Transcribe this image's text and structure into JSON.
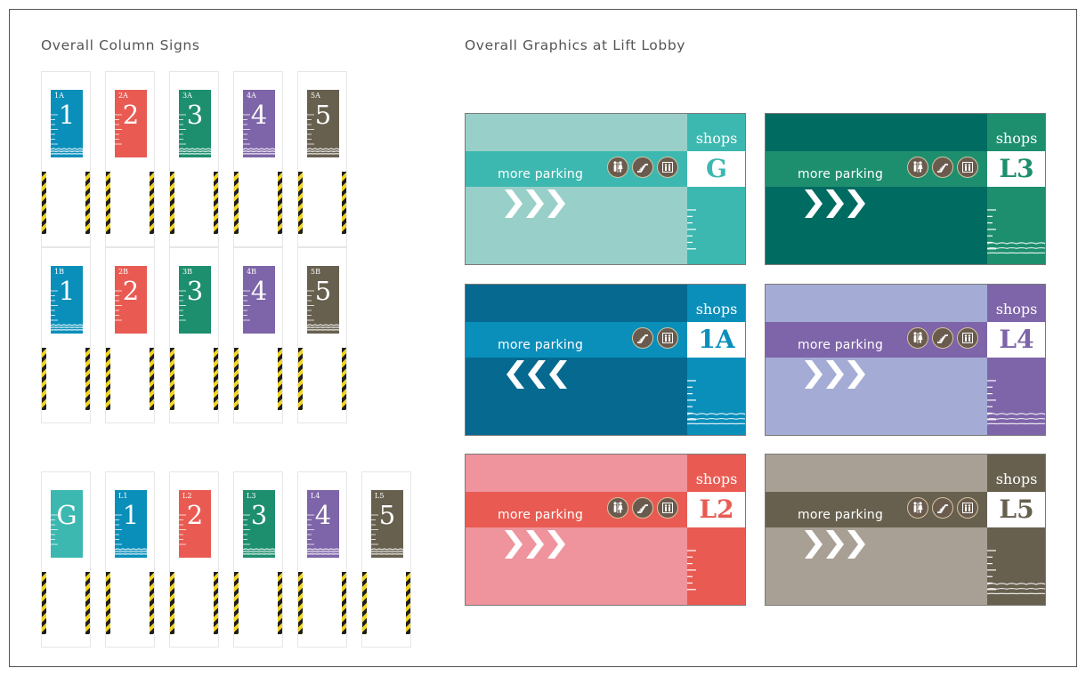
{
  "headings": {
    "left": "Overall Column Signs",
    "right": "Overall Graphics at Lift Lobby"
  },
  "colors": {
    "teal_light": "#3cb8b0",
    "blue": "#0a8fbb",
    "red": "#e95b52",
    "green": "#1d8f6e",
    "purple": "#7e64a8",
    "brown": "#67604f",
    "icon_bg": "#6a5b4e",
    "hazard_yellow": "#f2d423",
    "hazard_black": "#1e1e1e"
  },
  "column_signs": {
    "row_a": [
      {
        "code": "1A",
        "number": "1",
        "color": "#0a8fbb",
        "wave": true
      },
      {
        "code": "2A",
        "number": "2",
        "color": "#e95b52",
        "wave": false
      },
      {
        "code": "3A",
        "number": "3",
        "color": "#1d8f6e",
        "wave": true
      },
      {
        "code": "4A",
        "number": "4",
        "color": "#7e64a8",
        "wave": true
      },
      {
        "code": "5A",
        "number": "5",
        "color": "#67604f",
        "wave": true
      }
    ],
    "row_b": [
      {
        "code": "1B",
        "number": "1",
        "color": "#0a8fbb",
        "wave": true
      },
      {
        "code": "2B",
        "number": "2",
        "color": "#e95b52",
        "wave": false
      },
      {
        "code": "3B",
        "number": "3",
        "color": "#1d8f6e",
        "wave": false
      },
      {
        "code": "4B",
        "number": "4",
        "color": "#7e64a8",
        "wave": false
      },
      {
        "code": "5B",
        "number": "5",
        "color": "#67604f",
        "wave": true
      }
    ],
    "row_l": [
      {
        "code": "",
        "number": "G",
        "color": "#3cb8b0",
        "wave": false
      },
      {
        "code": "L1",
        "number": "1",
        "color": "#0a8fbb",
        "wave": true
      },
      {
        "code": "L2",
        "number": "2",
        "color": "#e95b52",
        "wave": false
      },
      {
        "code": "L3",
        "number": "3",
        "color": "#1d8f6e",
        "wave": true
      },
      {
        "code": "L4",
        "number": "4",
        "color": "#7e64a8",
        "wave": true
      },
      {
        "code": "L5",
        "number": "5",
        "color": "#67604f",
        "wave": true
      }
    ]
  },
  "lift_panels": [
    {
      "level": "G",
      "shops": "shops",
      "more_parking": "more parking",
      "bg": "#99cfc9",
      "band": "#3cb8b0",
      "side": "#3cb8b0",
      "text_color": "#3cb8b0",
      "icons": [
        "restroom-icon",
        "escalator-icon",
        "lift-icon"
      ],
      "direction": "right",
      "wave": false
    },
    {
      "level": "L3",
      "shops": "shops",
      "more_parking": "more parking",
      "bg": "#006b61",
      "band": "#1d8f6e",
      "side": "#1d8f6e",
      "text_color": "#1d8f6e",
      "icons": [
        "restroom-icon",
        "escalator-icon",
        "lift-icon"
      ],
      "direction": "right",
      "wave": true
    },
    {
      "level": "1A",
      "shops": "shops",
      "more_parking": "more parking",
      "bg": "#06698f",
      "band": "#0a8fbb",
      "side": "#0a8fbb",
      "text_color": "#0a8fbb",
      "icons": [
        "escalator-icon",
        "lift-icon"
      ],
      "direction": "left",
      "wave": true
    },
    {
      "level": "L4",
      "shops": "shops",
      "more_parking": "more parking",
      "bg": "#a4acd5",
      "band": "#7e64a8",
      "side": "#7e64a8",
      "text_color": "#7e64a8",
      "icons": [
        "restroom-icon",
        "escalator-icon",
        "lift-icon"
      ],
      "direction": "right",
      "wave": true
    },
    {
      "level": "L2",
      "shops": "shops",
      "more_parking": "more parking",
      "bg": "#ef939c",
      "band": "#e95b52",
      "side": "#e95b52",
      "text_color": "#e95b52",
      "icons": [
        "restroom-icon",
        "escalator-icon",
        "lift-icon"
      ],
      "direction": "right",
      "wave": false
    },
    {
      "level": "L5",
      "shops": "shops",
      "more_parking": "more parking",
      "bg": "#a89f95",
      "band": "#67604f",
      "side": "#67604f",
      "text_color": "#67604f",
      "icons": [
        "restroom-icon",
        "escalator-icon",
        "lift-icon"
      ],
      "direction": "right",
      "wave": true
    }
  ]
}
